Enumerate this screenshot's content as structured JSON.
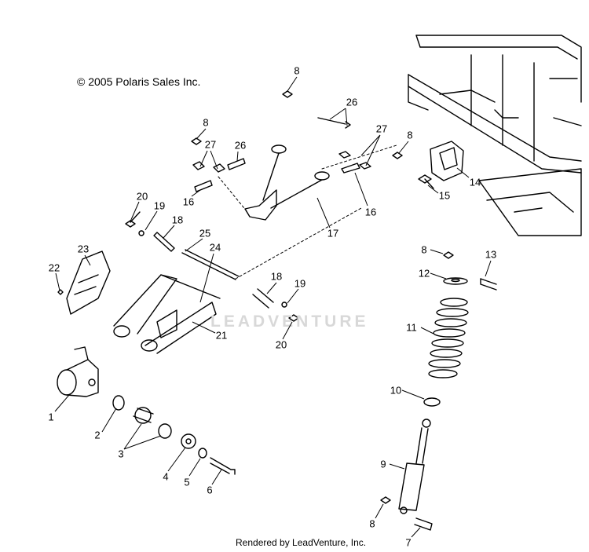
{
  "copyright": "© 2005 Polaris Sales Inc.",
  "footer": "Rendered by LeadVenture, Inc.",
  "watermark": "LEADVENTURE",
  "callouts": [
    "1",
    "2",
    "3",
    "4",
    "5",
    "6",
    "7",
    "8",
    "9",
    "10",
    "11",
    "12",
    "13",
    "14",
    "15",
    "16",
    "17",
    "18",
    "19",
    "20",
    "21",
    "22",
    "23",
    "24",
    "25",
    "26",
    "27"
  ],
  "colors": {
    "line": "#000000",
    "background": "#ffffff",
    "watermark": "#d8d8d8"
  }
}
